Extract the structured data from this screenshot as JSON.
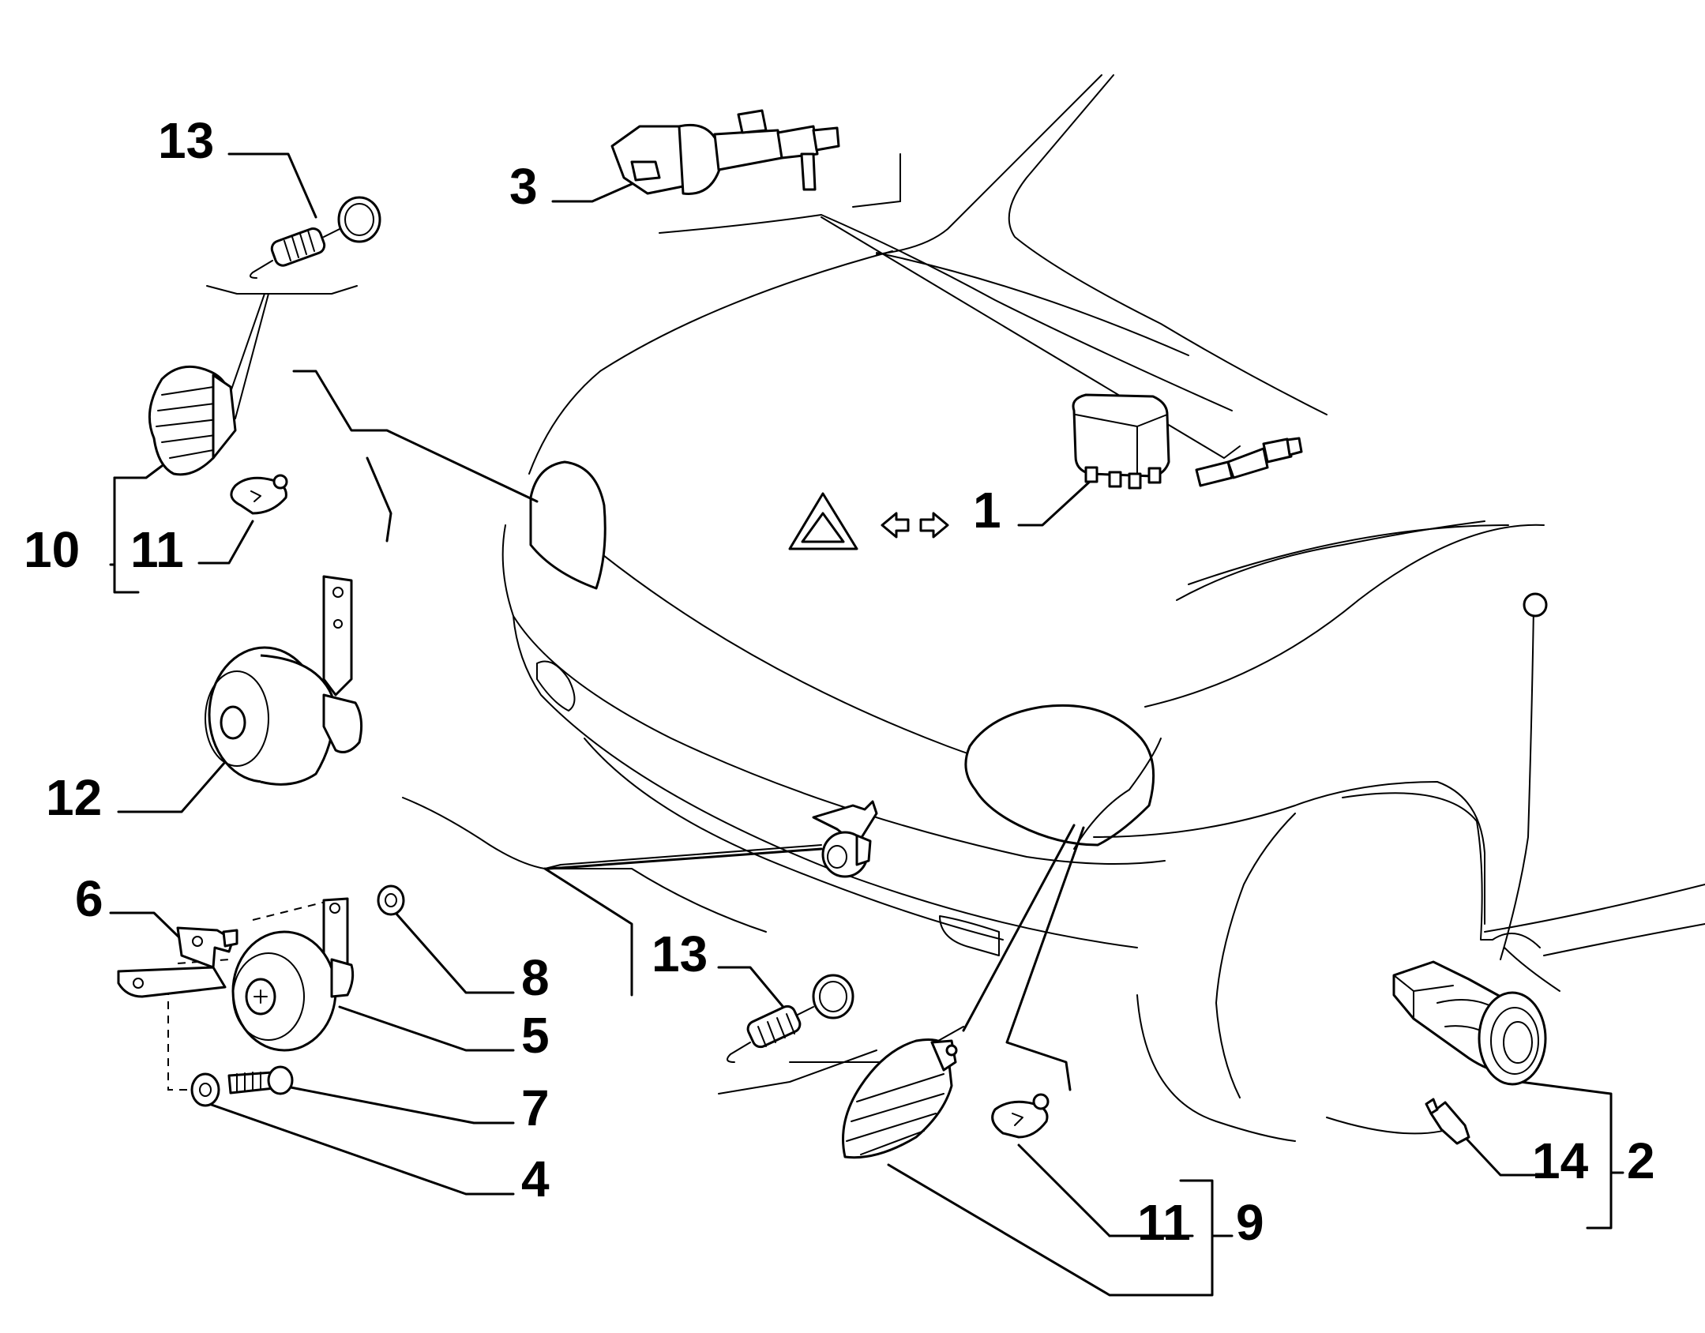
{
  "labels": {
    "l1": "1",
    "l2": "2",
    "l3": "3",
    "l4": "4",
    "l5": "5",
    "l6": "6",
    "l7": "7",
    "l8": "8",
    "l9": "9",
    "l10": "10",
    "l11a": "11",
    "l11b": "11",
    "l12": "12",
    "l13a": "13",
    "l13b": "13",
    "l14": "14"
  },
  "symbols": {
    "hazard": "hazard-warning-triangle-icon",
    "swap": "left-right-arrows-icon"
  }
}
